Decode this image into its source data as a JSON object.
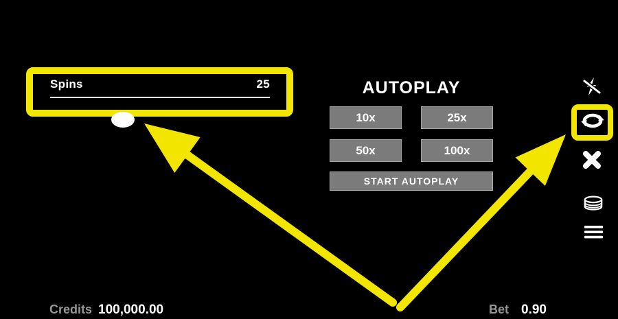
{
  "colors": {
    "background": "#000000",
    "highlight_yellow": "#f2e600",
    "button_gray": "#7b7b7b",
    "button_border": "#a6a6a6",
    "label_gray": "#969696",
    "text_white": "#ffffff"
  },
  "spins_panel": {
    "label": "Spins",
    "value": "25",
    "slider_percent": 33
  },
  "autoplay": {
    "title": "AUTOPLAY",
    "options": [
      {
        "label": "10x"
      },
      {
        "label": "25x"
      },
      {
        "label": "50x"
      },
      {
        "label": "100x"
      }
    ],
    "start_label": "START AUTOPLAY"
  },
  "toolbar": {
    "icons": [
      {
        "name": "turbo-off"
      },
      {
        "name": "autoplay-loop",
        "highlighted": true
      },
      {
        "name": "close"
      },
      {
        "name": "coins"
      },
      {
        "name": "menu"
      }
    ]
  },
  "status": {
    "credits_label": "Credits",
    "credits_value": "100,000.00",
    "bet_label": "Bet",
    "bet_value": "0.90"
  }
}
